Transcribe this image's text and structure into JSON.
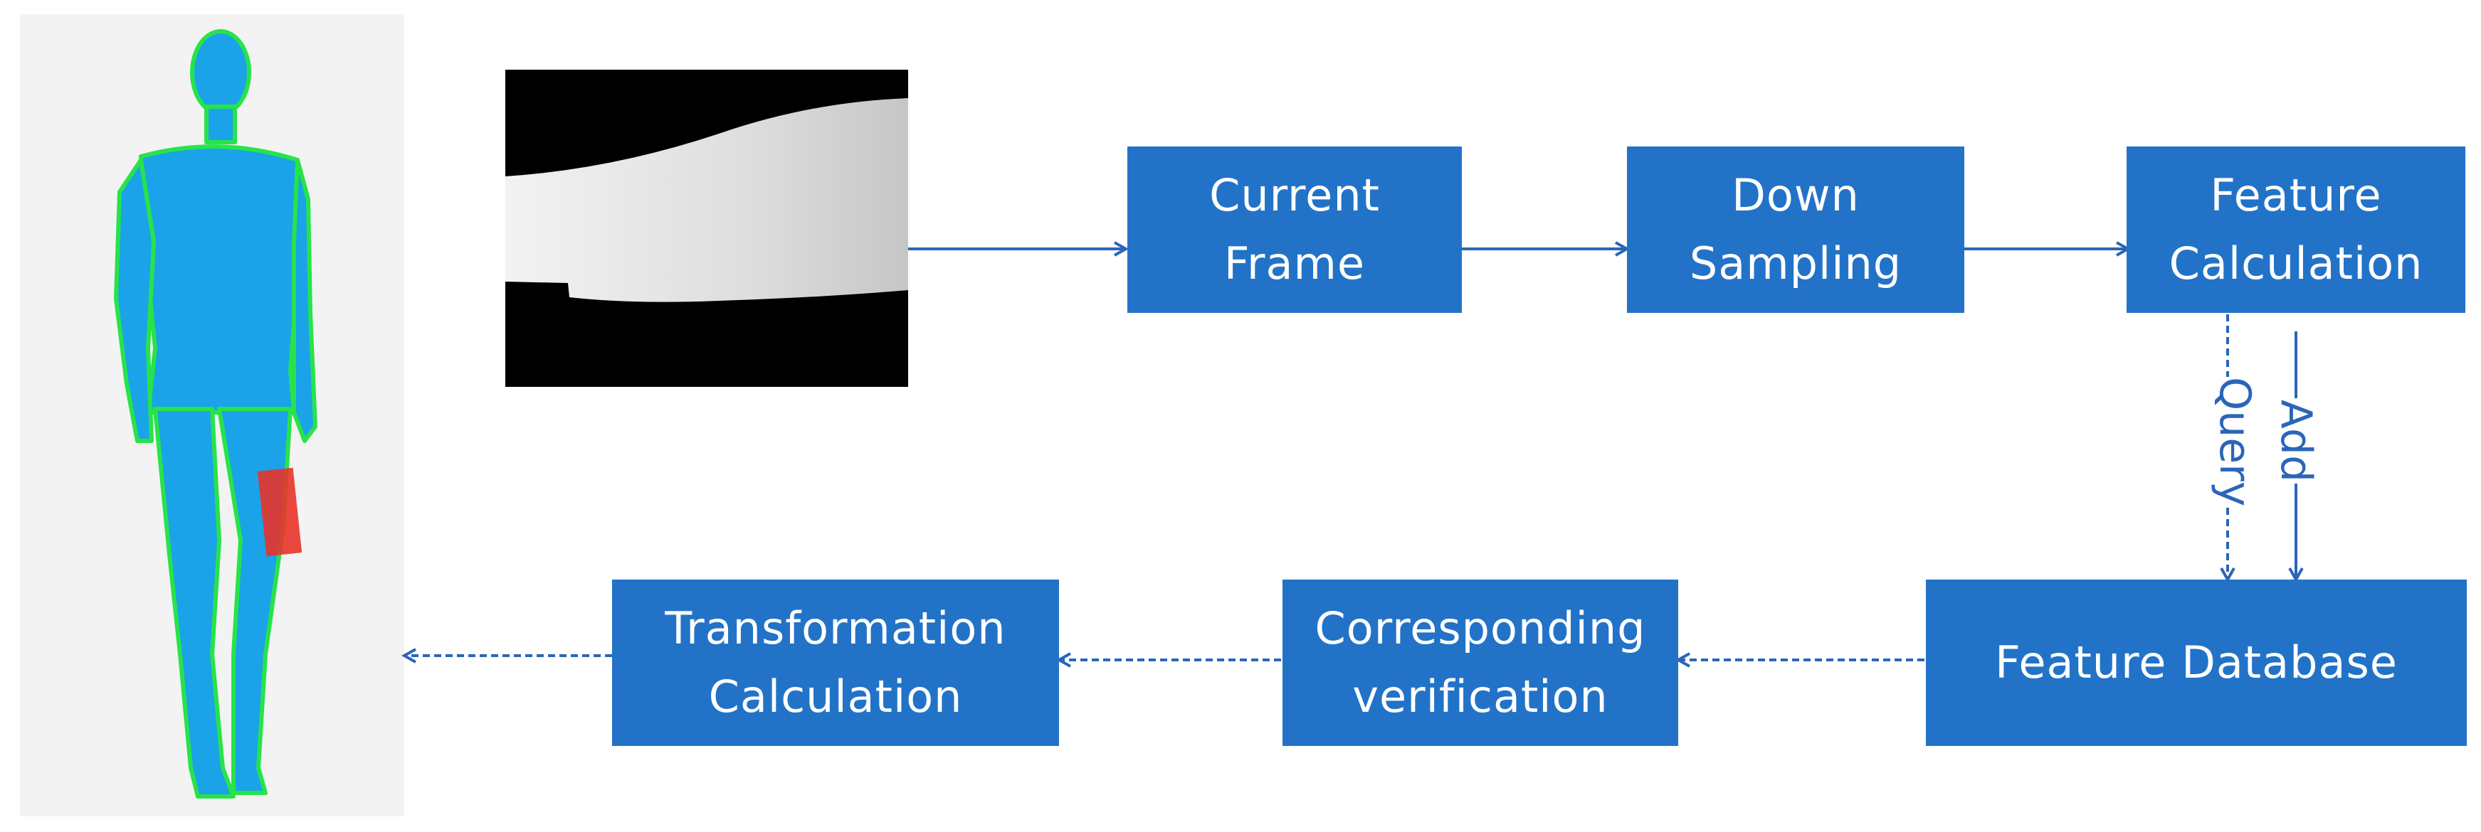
{
  "colors": {
    "box_fill": "#2273c8",
    "box_text": "#ffffff",
    "arrow": "#2a66b8",
    "human_model": "#1aa3e8",
    "human_outline": "#27e34a",
    "highlight_patch": "#e8332a"
  },
  "images": {
    "human_model": "human-model-3d-scan",
    "depth_frame": "depth-image-grayscale"
  },
  "boxes": {
    "current_frame": [
      "Current",
      "Frame"
    ],
    "down_sampling": [
      "Down",
      "Sampling"
    ],
    "feature_calculation": [
      "Feature",
      "Calculation"
    ],
    "feature_database": [
      "Feature Database"
    ],
    "corresponding_verification": [
      "Corresponding",
      "verification"
    ],
    "transformation_calculation": [
      "Transformation",
      "Calculation"
    ]
  },
  "edges": {
    "query_label": "Query",
    "add_label": "Add"
  }
}
